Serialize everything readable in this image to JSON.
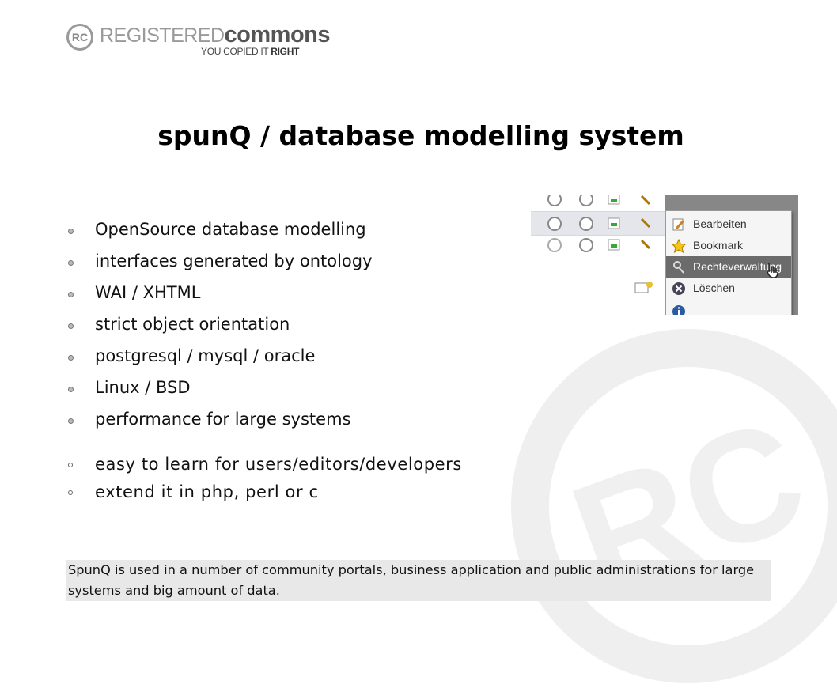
{
  "header": {
    "logo_badge": "RC",
    "logo_registered": "REGISTERED",
    "logo_commons": "commons",
    "tagline_prefix": "YOU COPIED IT ",
    "tagline_bold": "RIGHT"
  },
  "title": "spunQ / database modelling system",
  "bullets_primary": [
    "OpenSource database modelling",
    "interfaces generated by ontology",
    "WAI / XHTML",
    "strict object orientation",
    "postgresql / mysql / oracle",
    "Linux / BSD",
    "performance for large systems"
  ],
  "bullets_secondary": [
    "easy to learn for users/editors/developers",
    "extend it in php, perl or c"
  ],
  "screenshot_menu": {
    "items": [
      {
        "label": "Bearbeiten",
        "icon": "pencil-icon"
      },
      {
        "label": "Bookmark",
        "icon": "star-icon"
      },
      {
        "label": "Rechteverwaltung",
        "icon": "key-icon",
        "selected": true
      },
      {
        "label": "Löschen",
        "icon": "delete-icon"
      }
    ]
  },
  "footer": {
    "text": "SpunQ is used in a number of community portals, business application and public administrations for large systems and big amount of data."
  },
  "colors": {
    "header_rule": "#555555",
    "footer_bg": "#e8e8e8",
    "watermark": "#f0f0f0"
  }
}
